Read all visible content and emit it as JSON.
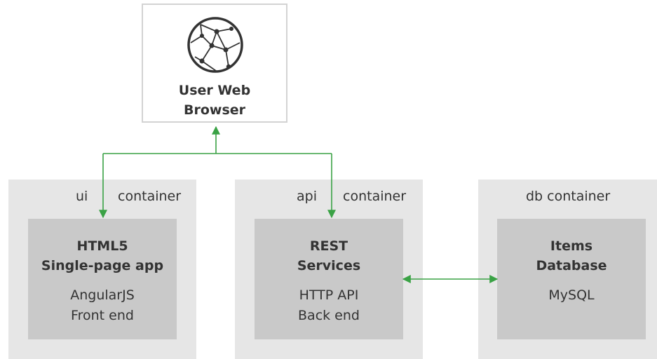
{
  "browser": {
    "title": "User Web\nBrowser",
    "icon": "globe-icon"
  },
  "containers": [
    {
      "label_a": "ui",
      "label_b": "container",
      "title": "HTML5\nSingle-page app",
      "subtitle": "AngularJS\nFront end"
    },
    {
      "label_a": "api",
      "label_b": "container",
      "title": "REST\nServices",
      "subtitle": "HTTP API\nBack end"
    },
    {
      "label": "db container",
      "title": "Items\nDatabase",
      "subtitle": "MySQL"
    }
  ],
  "colors": {
    "connector": "#3aa245",
    "container_bg": "#e6e6e6",
    "inner_bg": "#c9c9c9",
    "browser_border": "#d3d3d3"
  }
}
